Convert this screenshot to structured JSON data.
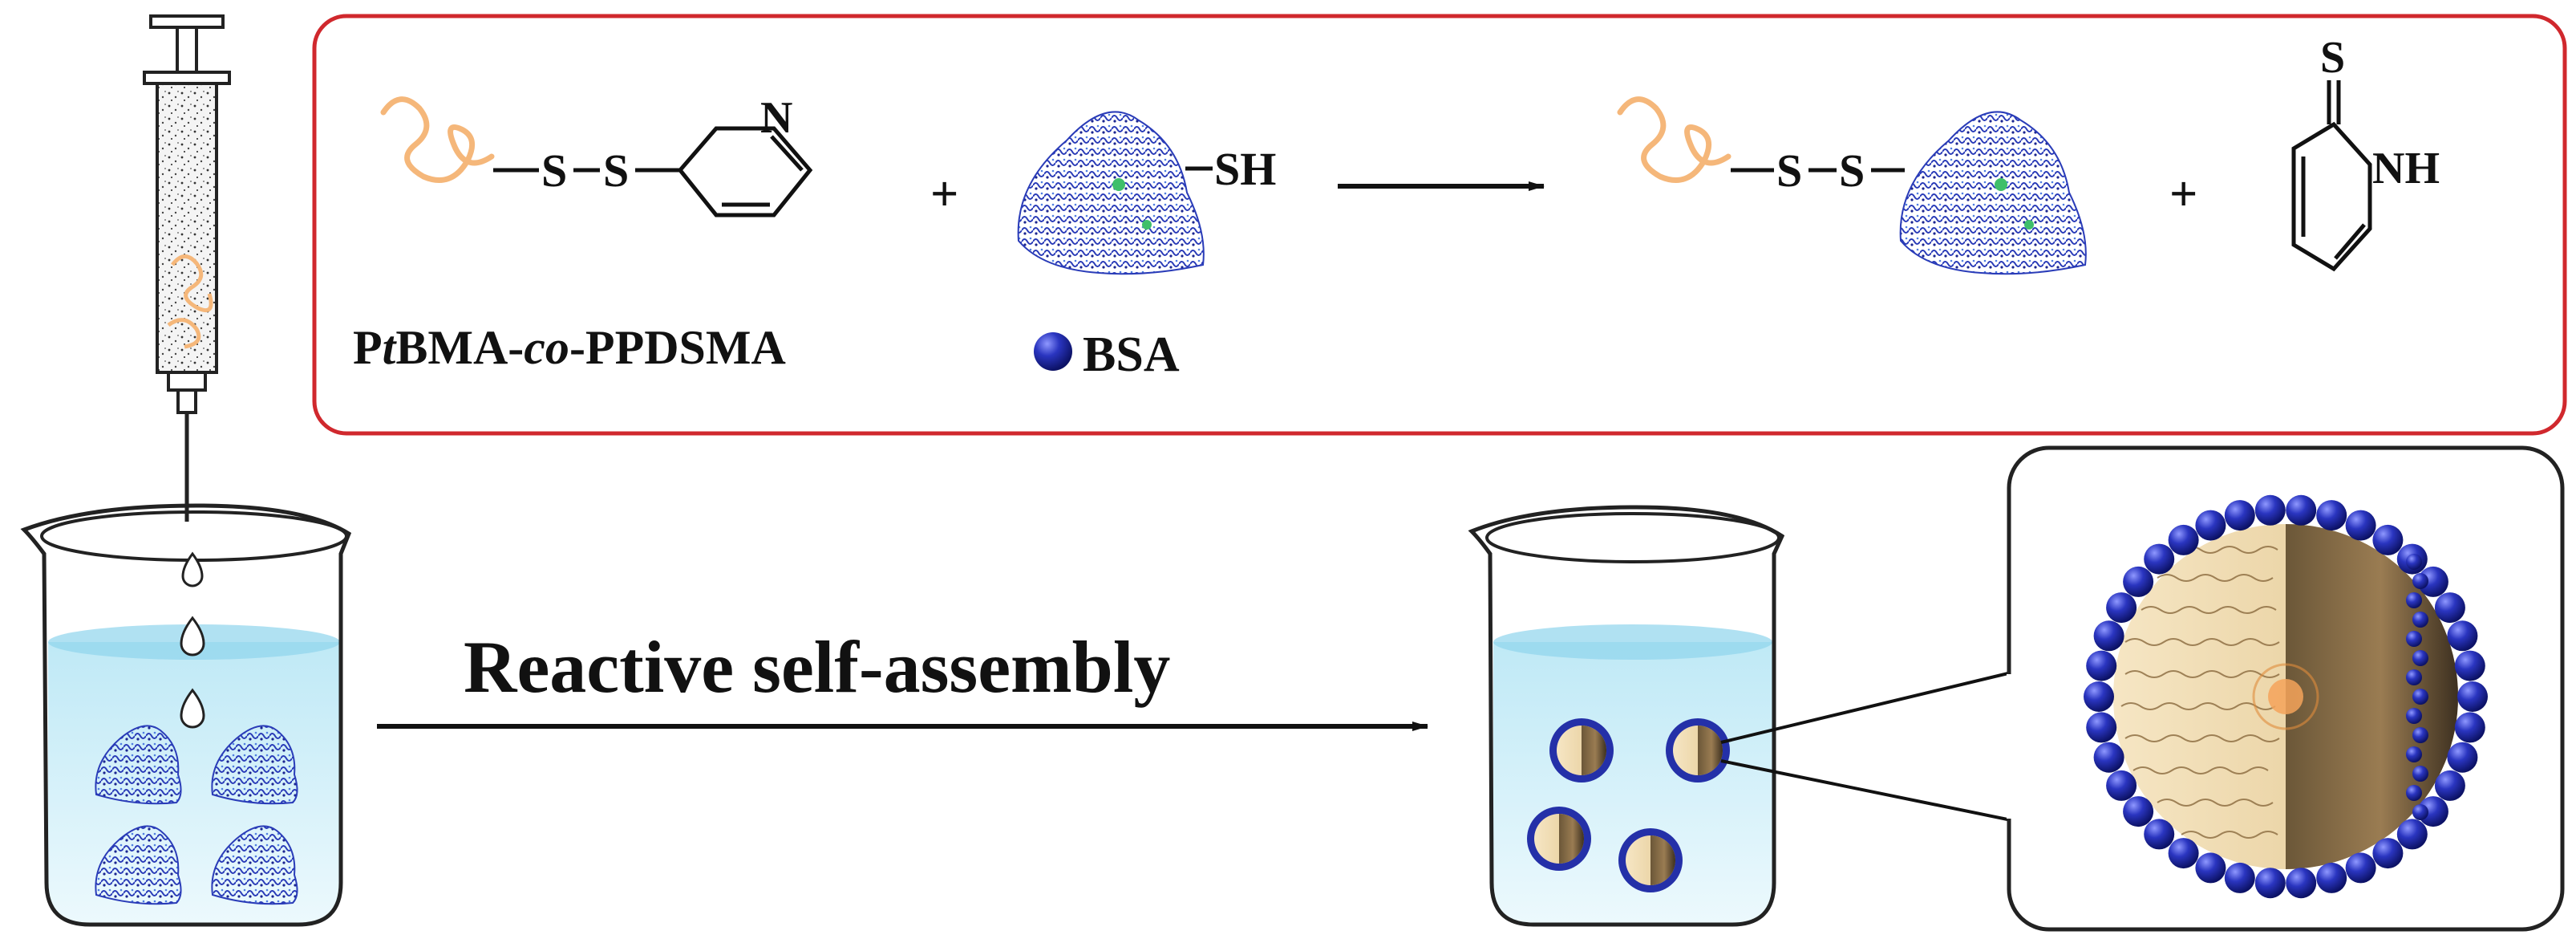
{
  "reaction": {
    "polymer_label_prefix": "P",
    "polymer_label_t": "t",
    "polymer_label_mid": "BMA-",
    "polymer_label_co": "co",
    "polymer_label_end": "-PPDSMA",
    "bsa_label": "BSA",
    "atom_S": "S",
    "atom_N": "N",
    "thiol_group": "SH",
    "thione_S": "S",
    "amine_NH": "NH",
    "plus": "+"
  },
  "process": {
    "arrow_label": "Reactive self-assembly"
  },
  "colors": {
    "box_border": "#d0282d",
    "polymer_chain": "#f5b77a",
    "bsa_blue": "#2430a8",
    "water_top": "#bfe9f6",
    "water_bottom": "#e4f6fc",
    "micelle_core": "#f0dcb4",
    "micelle_dark": "#5a4a35"
  }
}
